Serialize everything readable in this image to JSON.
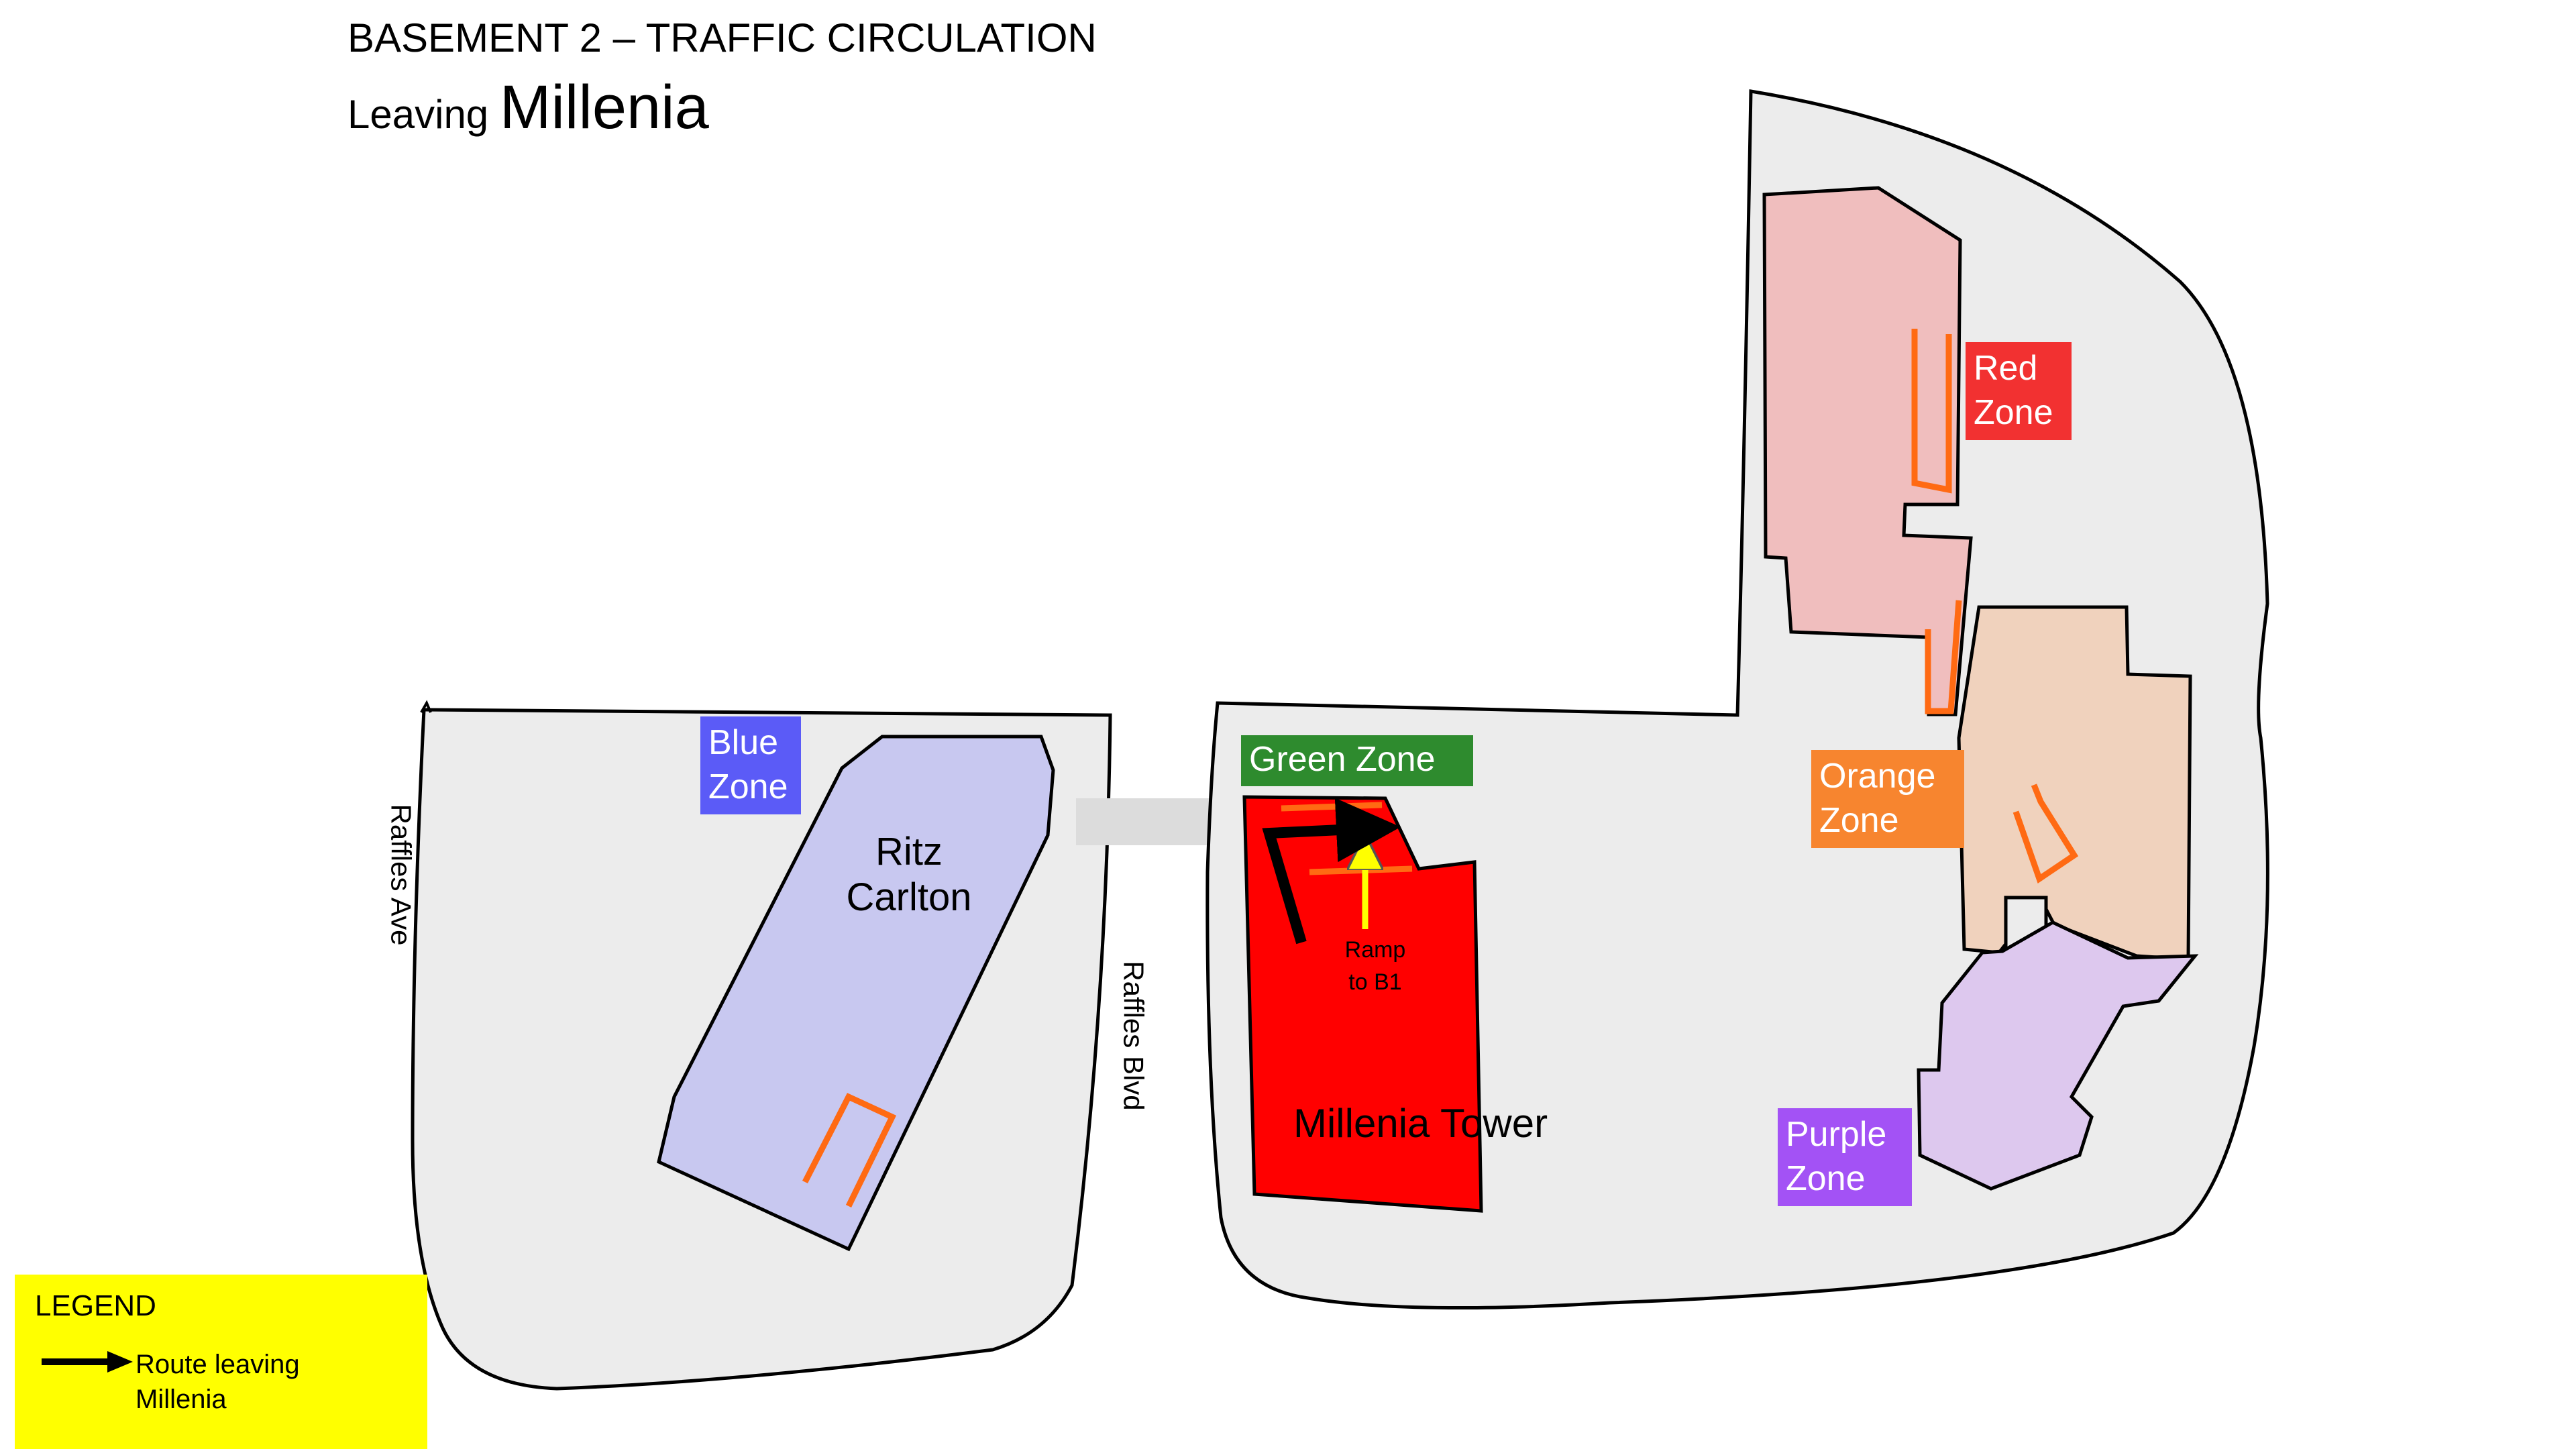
{
  "title": "BASEMENT 2 – TRAFFIC CIRCULATION",
  "subtitle": {
    "prefix": "Leaving",
    "emphasis": "Millenia"
  },
  "zones": {
    "blue": {
      "line1": "Blue",
      "line2": "Zone",
      "color": "#5b5bf7"
    },
    "green": {
      "line1": "Green Zone",
      "color": "#2e8b2e"
    },
    "red": {
      "line1": "Red",
      "line2": "Zone",
      "color": "#f23131"
    },
    "orange": {
      "line1": "Orange",
      "line2": "Zone",
      "color": "#f7852f"
    },
    "purple": {
      "line1": "Purple",
      "line2": "Zone",
      "color": "#a352f5"
    }
  },
  "buildings": {
    "ritz": {
      "line1": "Ritz",
      "line2": "Carlton",
      "color": "#c8c8f0"
    },
    "millenia_tower": {
      "label": "Millenia Tower",
      "color": "#ff0000"
    }
  },
  "roads": {
    "raffles_ave": "Raffles Ave",
    "raffles_blvd": "Raffles Blvd"
  },
  "ramp": {
    "line1": "Ramp",
    "line2": "to B1"
  },
  "legend": {
    "title": "LEGEND",
    "item_line1": "Route leaving",
    "item_line2": "Millenia",
    "color": "#ffff00"
  },
  "colors": {
    "floor": "#ececec",
    "route": "#000000",
    "ramp_arrow": "#ffff00",
    "marking": "#ff6a13"
  }
}
